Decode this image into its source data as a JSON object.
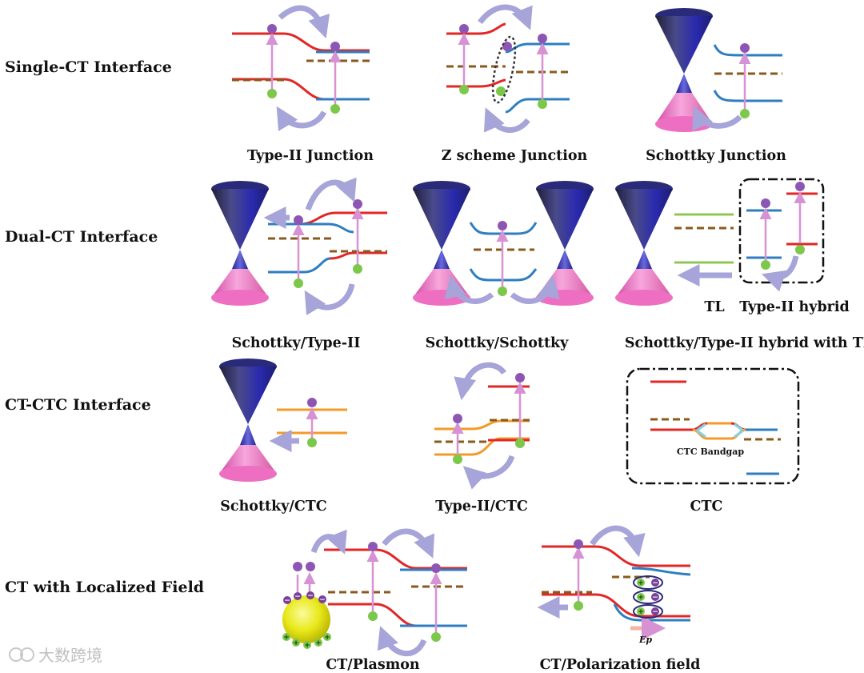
{
  "rows": {
    "single": "Single-CT Interface",
    "dual": "Dual-CT Interface",
    "ctc": "CT-CTC Interface",
    "field": "CT with Localized Field"
  },
  "captions": {
    "type2": "Type-II Junction",
    "zscheme": "Z scheme Junction",
    "schottky": "Schottky Junction",
    "schottky_type2": "Schottky/Type-II",
    "schottky_schottky": "Schottky/Schottky",
    "schottky_type2_tl": "Schottky/Type-II hybrid with TL",
    "schottky_ctc": "Schottky/CTC",
    "type2_ctc": "Type-II/CTC",
    "ctc": "CTC",
    "plasmon": "CT/Plasmon",
    "polarization": "CT/Polarization field"
  },
  "labels": {
    "tl": "TL",
    "type2_hybrid": "Type-II hybrid",
    "ctc_bandgap": "CTC Bandgap",
    "ep": "Ep"
  },
  "watermark": "大数跨境",
  "colors": {
    "red_band": "#e32626",
    "blue_band": "#2e7ec0",
    "orange_band": "#f39a2a",
    "green_band": "#8cc852",
    "fermi": "#8a5a1c",
    "electron": "#8e56b4",
    "hole": "#7cc84a",
    "transition": "#d792d3",
    "arrow": "#a6a4d8",
    "cone_top": "#2c2a8c",
    "cone_bottom": "#ec6fc1",
    "plasmon": "#e6e600"
  }
}
